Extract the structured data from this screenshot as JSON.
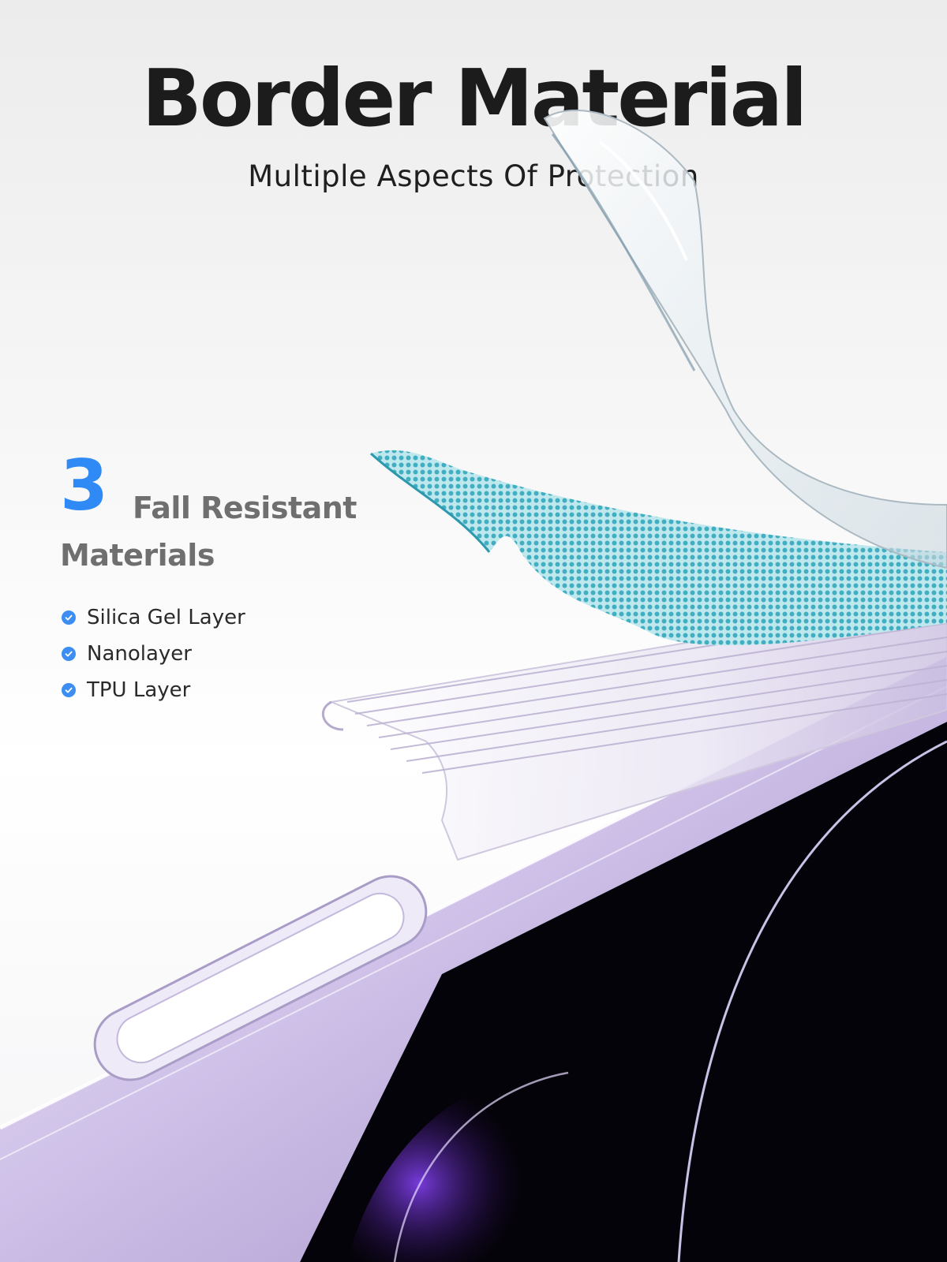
{
  "header": {
    "title": "Border Material",
    "subtitle": "Multiple Aspects Of Protection"
  },
  "highlight": {
    "count": "3",
    "label_line1": "Fall Resistant",
    "label_line2": "Materials"
  },
  "features": [
    {
      "label": "Silica Gel Layer",
      "icon": "check-circle-icon"
    },
    {
      "label": "Nanolayer",
      "icon": "check-circle-icon"
    },
    {
      "label": "TPU Layer",
      "icon": "check-circle-icon"
    }
  ],
  "colors": {
    "accent": "#2f8af5",
    "title": "#1c1c1c",
    "muted_heading": "#6f6f6f",
    "mesh": "#49b3c4",
    "screen": "#05030a",
    "frame_tint": "#b9a8d8"
  }
}
